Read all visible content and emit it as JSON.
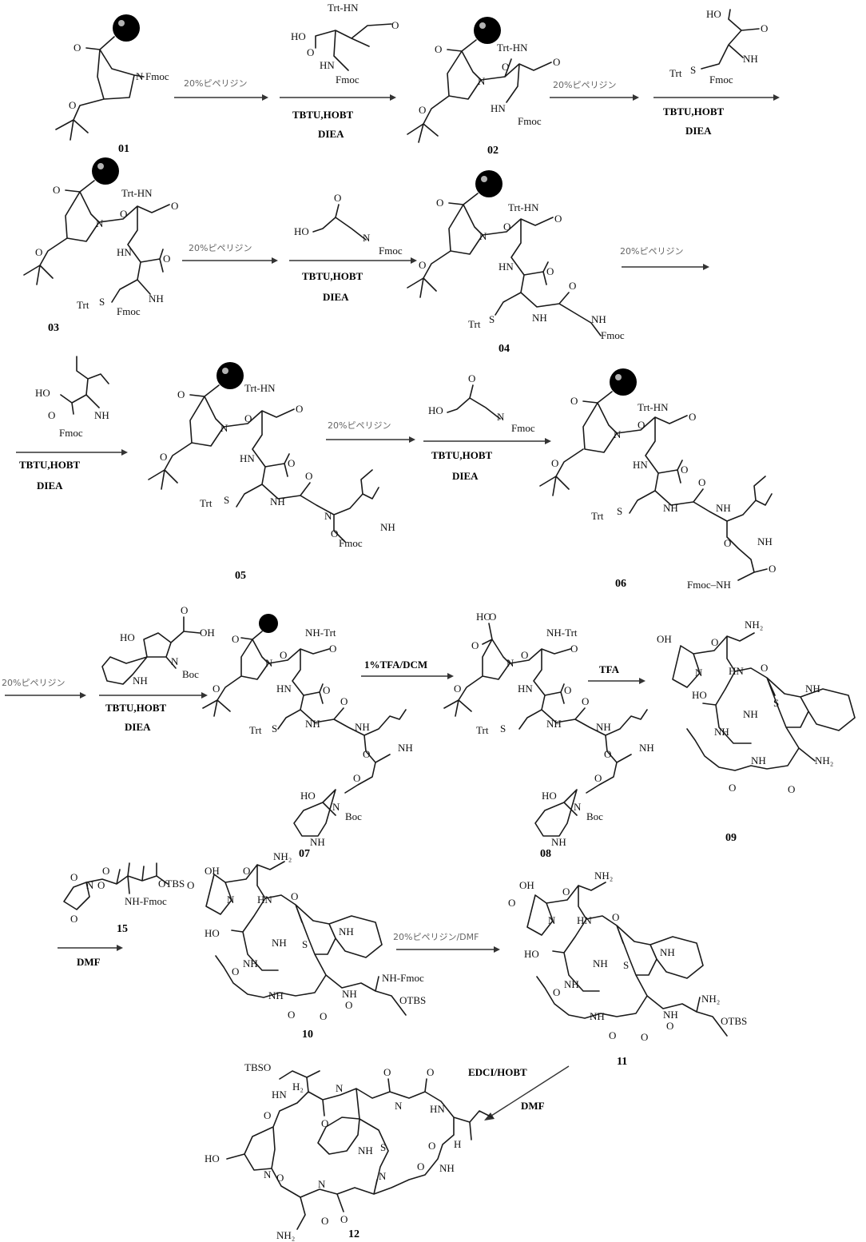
{
  "colors": {
    "bond": "#1a1a1a",
    "arrow": "#333333",
    "reagent_light": "#666666",
    "bead": "#000000"
  },
  "reagents": {
    "deprotect": "20%ピペリジン",
    "deprotect_dmf": "20%ピペリジン/DMF",
    "coupling": "TBTU,HOBT",
    "base": "DIEA",
    "tfa_dcm": "1%TFA/DCM",
    "tfa": "TFA",
    "dmf": "DMF",
    "edci": "EDCI/HOBT"
  },
  "compounds": {
    "c01": "01",
    "c02": "02",
    "c03": "03",
    "c04": "04",
    "c05": "05",
    "c06": "06",
    "c07": "07",
    "c08": "08",
    "c09": "09",
    "c10": "10",
    "c11": "11",
    "c12": "12",
    "c15": "15"
  },
  "atoms": {
    "fmoc": "Fmoc",
    "trt_hn": "Trt-HN",
    "nh_trt": "NH-Trt",
    "trt_s": "Trt",
    "s": "S",
    "ho": "HO",
    "oh": "OH",
    "hn": "HN",
    "nh": "NH",
    "n": "N",
    "o": "O",
    "h": "H",
    "h2": "H₂",
    "nh2": "NH₂",
    "fmoc_nh": "Fmoc–NH",
    "nh_fmoc": "NH-Fmoc",
    "boc": "Boc",
    "otbs": "OTBS",
    "tbso": "TBSO"
  }
}
